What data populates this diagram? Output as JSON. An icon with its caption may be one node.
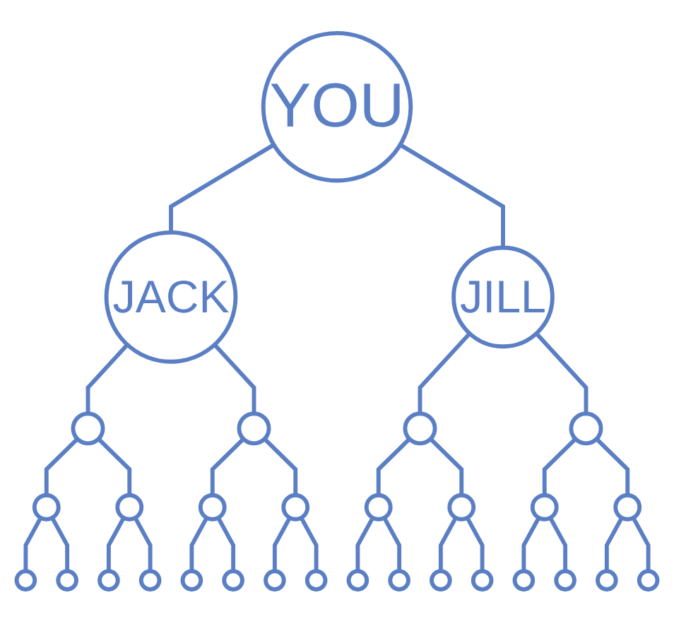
{
  "diagram": {
    "nodes": [
      {
        "text": [
          "YOU"
        ]
      },
      {
        "text": [
          "JACK"
        ]
      },
      {
        "text": [
          "JILL"
        ]
      },
      {
        "text": [],
        "shape": "circle"
      },
      {
        "text": [],
        "shape": "circle"
      },
      {
        "text": [],
        "shape": "circle"
      },
      {
        "text": [],
        "shape": "circle"
      },
      {
        "text": [],
        "shape": "circle"
      },
      {
        "text": [],
        "shape": "circle"
      },
      {
        "text": [],
        "shape": "circle"
      },
      {
        "text": [],
        "shape": "circle"
      },
      {
        "text": [],
        "shape": "circle"
      },
      {
        "text": [],
        "shape": "circle"
      },
      {
        "text": [],
        "shape": "circle"
      },
      {
        "text": [],
        "shape": "circle"
      },
      {
        "text": [],
        "shape": "circle"
      },
      {
        "text": [],
        "shape": "circle"
      },
      {
        "text": [],
        "shape": "circle"
      },
      {
        "text": [],
        "shape": "circle"
      },
      {
        "text": [],
        "shape": "circle"
      },
      {
        "text": [],
        "shape": "circle"
      },
      {
        "text": [],
        "shape": "circle"
      },
      {
        "text": [],
        "shape": "circle"
      },
      {
        "text": [],
        "shape": "circle"
      },
      {
        "text": [],
        "shape": "circle"
      },
      {
        "text": [],
        "shape": "circle"
      },
      {
        "text": [],
        "shape": "circle"
      },
      {
        "text": [],
        "shape": "circle"
      },
      {
        "text": [],
        "shape": "circle"
      },
      {
        "text": [],
        "shape": "circle"
      },
      {
        "text": [],
        "shape": "circle"
      }
    ],
    "edges": [
      {
        "from": 0,
        "to": 1,
        "arrow": "none"
      },
      {
        "from": 0,
        "to": 2,
        "arrow": "none"
      },
      {
        "from": 1,
        "to": 3,
        "arrow": "none"
      },
      {
        "from": 1,
        "to": 4,
        "arrow": "none"
      },
      {
        "from": 2,
        "to": 5,
        "arrow": "none"
      },
      {
        "from": 2,
        "to": 6,
        "arrow": "none"
      },
      {
        "from": 3,
        "to": 7,
        "arrow": "none"
      },
      {
        "from": 3,
        "to": 8,
        "arrow": "none"
      },
      {
        "from": 4,
        "to": 9,
        "arrow": "none"
      },
      {
        "from": 4,
        "to": 10,
        "arrow": "none"
      },
      {
        "from": 5,
        "to": 11,
        "arrow": "none"
      },
      {
        "from": 5,
        "to": 12,
        "arrow": "none"
      },
      {
        "from": 6,
        "to": 13,
        "arrow": "none"
      },
      {
        "from": 6,
        "to": 14,
        "arrow": "none"
      },
      {
        "from": 7,
        "to": 15,
        "arrow": "none"
      },
      {
        "from": 7,
        "to": 16,
        "arrow": "none"
      },
      {
        "from": 8,
        "to": 17,
        "arrow": "none"
      },
      {
        "from": 8,
        "to": 18,
        "arrow": "none"
      },
      {
        "from": 9,
        "to": 19,
        "arrow": "none"
      },
      {
        "from": 9,
        "to": 20,
        "arrow": "none"
      },
      {
        "from": 10,
        "to": 21,
        "arrow": "none"
      },
      {
        "from": 10,
        "to": 22,
        "arrow": "none"
      },
      {
        "from": 11,
        "to": 23,
        "arrow": "none"
      },
      {
        "from": 11,
        "to": 24,
        "arrow": "none"
      },
      {
        "from": 12,
        "to": 25,
        "arrow": "none"
      },
      {
        "from": 12,
        "to": 26,
        "arrow": "none"
      },
      {
        "from": 13,
        "to": 27,
        "arrow": "none"
      },
      {
        "from": 13,
        "to": 28,
        "arrow": "none"
      },
      {
        "from": 14,
        "to": 29,
        "arrow": "none"
      },
      {
        "from": 14,
        "to": 30,
        "arrow": "none"
      }
    ]
  }
}
